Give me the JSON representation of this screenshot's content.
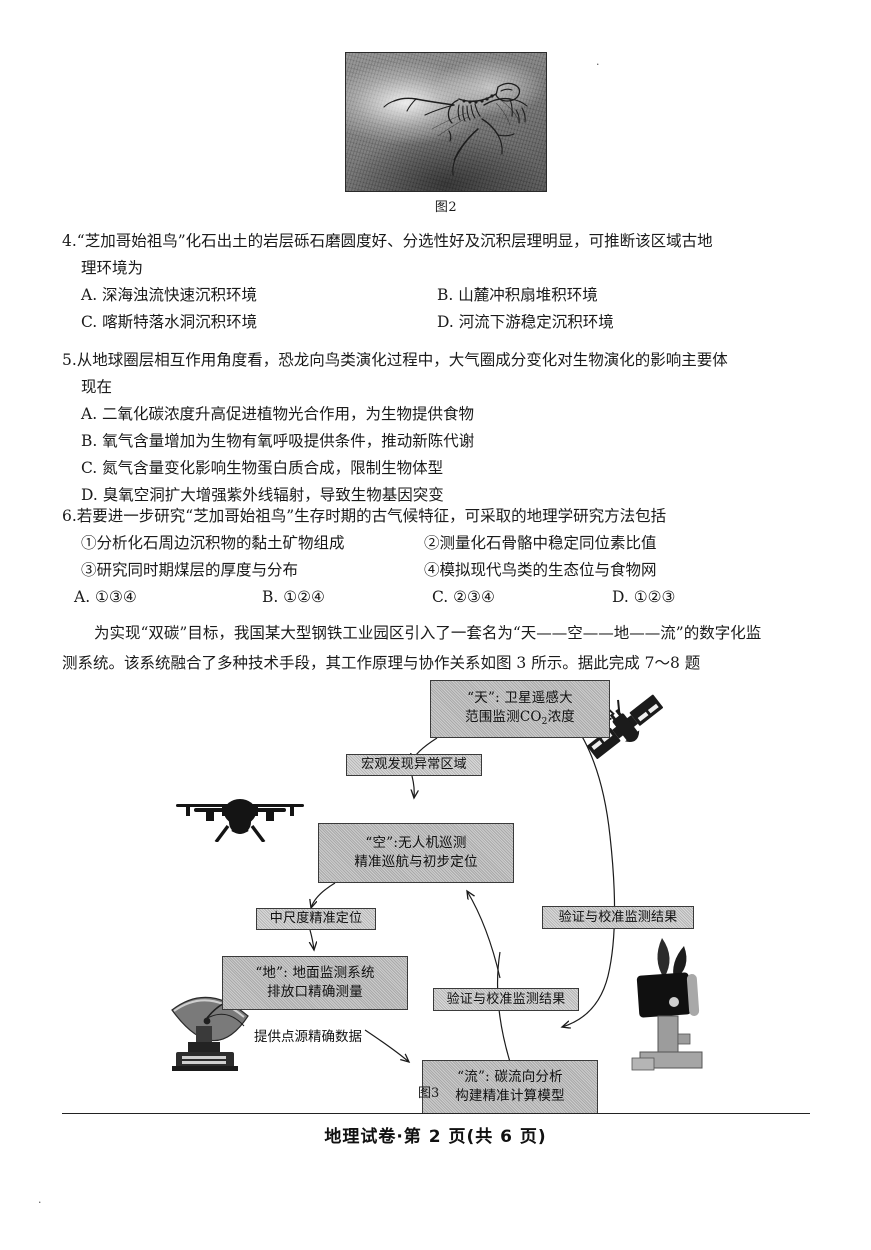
{
  "document": {
    "subject": "地理试卷",
    "footer": "地理试卷·第 2 页(共 6 页)"
  },
  "figure2": {
    "caption": "图2",
    "alt": "fossil-photograph"
  },
  "questions": [
    {
      "number": "4.",
      "stem_line1": "“芝加哥始祖鸟”化石出土的岩层砾石磨圆度好、分选性好及沉积层理明显，可推断该区域古地",
      "stem_line2": "理环境为",
      "options": [
        "A. 深海浊流快速沉积环境",
        "B. 山麓冲积扇堆积环境",
        "C. 喀斯特落水洞沉积环境",
        "D. 河流下游稳定沉积环境"
      ]
    },
    {
      "number": "5.",
      "stem_line1": "从地球圈层相互作用角度看，恐龙向鸟类演化过程中，大气圈成分变化对生物演化的影响主要体",
      "stem_line2": "现在",
      "options": [
        "A. 二氧化碳浓度升高促进植物光合作用，为生物提供食物",
        "B. 氧气含量增加为生物有氧呼吸提供条件，推动新陈代谢",
        "C. 氮气含量变化影响生物蛋白质合成，限制生物体型",
        "D. 臭氧空洞扩大增强紫外线辐射，导致生物基因突变"
      ]
    },
    {
      "number": "6.",
      "stem_line1": "若要进一步研究“芝加哥始祖鸟”生存时期的古气候特征，可采取的地理学研究方法包括",
      "statements": [
        "①分析化石周边沉积物的黏土矿物组成",
        "②测量化石骨骼中稳定同位素比值",
        "③研究同时期煤层的厚度与分布",
        "④模拟现代鸟类的生态位与食物网"
      ],
      "options": [
        "A. ①③④",
        "B. ①②④",
        "C. ②③④",
        "D. ①②③"
      ]
    }
  ],
  "passage": {
    "line1": "为实现“双碳”目标，我国某大型钢铁工业园区引入了一套名为“天——空——地——流”的数字化监",
    "line2": "测系统。该系统融合了多种技术手段，其工作原理与协作关系如图 3 所示。据此完成 7～8 题"
  },
  "figure3": {
    "caption": "图3",
    "nodes": {
      "sky": {
        "line1": "“天”: 卫星遥感大",
        "line2_pre": "范围监测CO",
        "line2_sub": "2",
        "line2_post": "浓度"
      },
      "air": {
        "line1": "“空”:无人机巡测",
        "line2": "精准巡航与初步定位"
      },
      "ground": {
        "line1": "“地”: 地面监测系统",
        "line2": "排放口精确测量"
      },
      "flow": {
        "line1": "“流”: 碳流向分析",
        "line2": "构建精准计算模型"
      }
    },
    "edge_labels": {
      "macro": "宏观发现异常区域",
      "mid_scale": "中尺度精准定位",
      "verify_right": "验证与校准监测结果",
      "verify_center": "验证与校准监测结果",
      "point_source": "提供点源精确数据"
    },
    "icons": {
      "satellite": "satellite-icon",
      "drone": "drone-icon",
      "dish": "satellite-dish-icon",
      "station": "monitoring-station-icon"
    }
  },
  "colors": {
    "node_fill": "#b2b2b2",
    "node_border": "#3a3a3a",
    "text": "#111111"
  }
}
